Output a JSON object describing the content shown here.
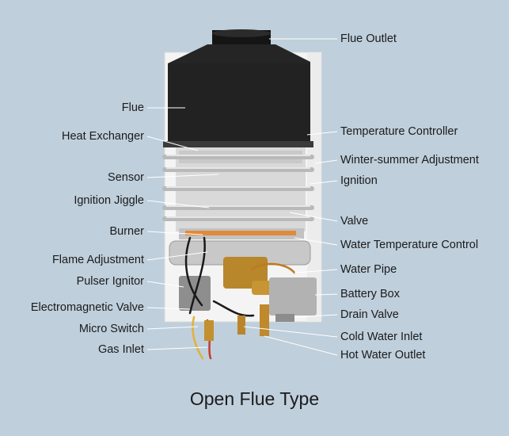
{
  "left_labels": [
    "Flue",
    "Heat Exchanger",
    "Sensor",
    "Ignition Jiggle",
    "Burner",
    "Flame Adjustment",
    "Pulser Ignitor",
    "Electromagnetic Valve",
    "Micro Switch",
    "Gas Inlet"
  ],
  "right_labels": [
    "Flue  Outlet",
    "Temperature Controller",
    "Winter-summer Adjustment",
    "Ignition",
    "Valve",
    "Water Temperature Control",
    "Water Pipe",
    "Battery Box",
    "Drain Valve",
    "Cold Water Inlet",
    "Hot Water Outlet"
  ],
  "caption": "Open Flue Type",
  "colors": {
    "background": "#bfcfdc",
    "leader_line": "#ffffff",
    "hood": "#232323",
    "casing": "#f2f2f2"
  }
}
